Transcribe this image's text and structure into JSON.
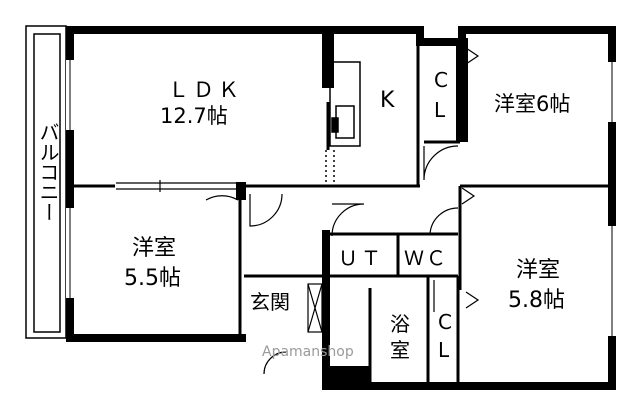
{
  "rooms": {
    "ldk": {
      "name": "ＬＤＫ",
      "size": "12.7帖"
    },
    "kitchen": {
      "name": "K"
    },
    "closet1": {
      "name_top": "C",
      "name_bottom": "L"
    },
    "room_6": {
      "name": "洋室6帖"
    },
    "balcony": {
      "name": "バルコニー"
    },
    "room_55": {
      "name": "洋室",
      "size": "5.5帖"
    },
    "ut": {
      "name": "ＵＴ"
    },
    "wc": {
      "name": "ＷＣ"
    },
    "room_58": {
      "name": "洋室",
      "size": "5.8帖"
    },
    "entrance": {
      "name": "玄関"
    },
    "bath": {
      "name_top": "浴",
      "name_bottom": "室"
    },
    "closet2": {
      "name_top": "C",
      "name_bottom": "L"
    }
  },
  "watermark": {
    "text": "Apamanshop"
  }
}
